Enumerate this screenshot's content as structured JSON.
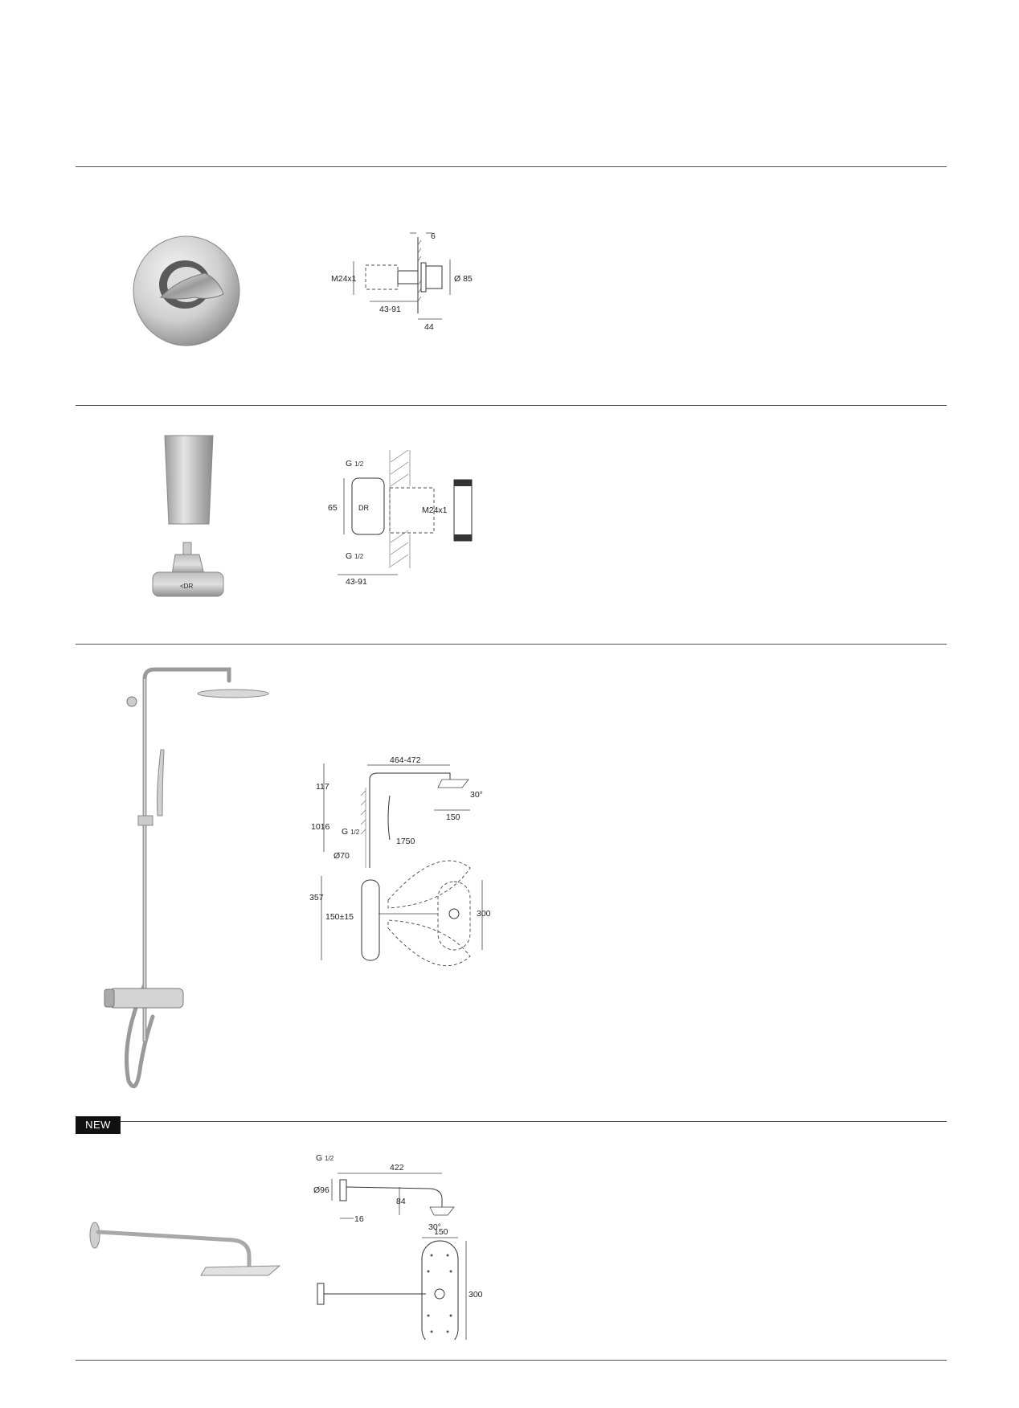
{
  "badge": {
    "new_label": "NEW"
  },
  "section1": {
    "dims": {
      "a": "6",
      "b": "M24x1",
      "c": "Ø 85",
      "d": "43-91",
      "e": "44"
    }
  },
  "section2": {
    "dims": {
      "g_top": "G",
      "g_bot": "G",
      "frac": "1/2",
      "h": "65",
      "thread": "M24x1",
      "depth": "43-91",
      "mark": "DR"
    }
  },
  "section3": {
    "dims": {
      "reach": "464-472",
      "top": "117",
      "angle": "30°",
      "head": "150",
      "rail": "1016",
      "g": "G",
      "frac": "1/2",
      "height": "1750",
      "dia": "Ø70",
      "valve": "357",
      "spacing": "150±15",
      "plate": "300"
    }
  },
  "section4": {
    "dims": {
      "g": "G",
      "frac": "1/2",
      "arm": "422",
      "dia": "Ø96",
      "drop": "84",
      "wall": "16",
      "angle": "30°",
      "width": "150",
      "length": "300"
    }
  }
}
